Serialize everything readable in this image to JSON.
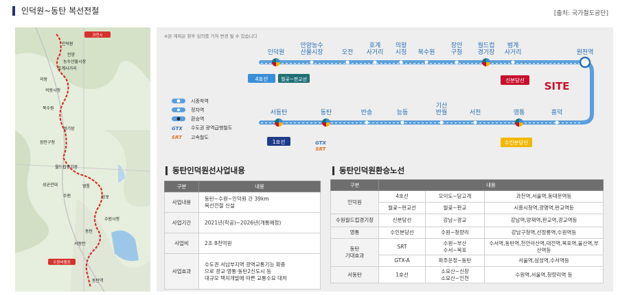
{
  "header": {
    "title": "인덕원~동탄 복선전철",
    "source": "[출처: 국가철도공단]"
  },
  "map": {
    "labels": [
      "인덕원",
      "안양",
      "농수산물시장",
      "호계사거리",
      "의왕",
      "의왕시청",
      "북수원",
      "장안구청",
      "경기장",
      "월드컵경기장",
      "영통",
      "수원",
      "망포",
      "동탄",
      "서동탄",
      "수원시청",
      "성균관대",
      "동탄역"
    ],
    "badges": [
      "과천시",
      "수원비행장"
    ]
  },
  "diagram": {
    "note": "※본 계획은 향후 심의를 거쳐 변경 될 수 있습니다",
    "top_stations": [
      "인덕원",
      "안양농수\n산물시장",
      "오전",
      "호계\n사거리",
      "의왕\n시청",
      "북수원",
      "장안\n구청",
      "월드컵\n경기장",
      "범계\n사거리",
      "원천역"
    ],
    "bottom_stations": [
      "서동탄",
      "동탄",
      "반송",
      "능동",
      "기산\n반월",
      "서천",
      "영통",
      "흥덕"
    ],
    "tags": {
      "line4": "4호선",
      "wolgot": "월곶~판교선",
      "sinbundang": "신분당선",
      "line1": "1호선",
      "suinbundang": "수인분당선"
    },
    "site_label": "SITE",
    "legend": {
      "terminal": "시종착역",
      "stop": "정차역",
      "transfer": "환승역",
      "gtx": "수도권 광역급행철도",
      "srt": "고속철도",
      "gtx_logo": "GTX",
      "srt_logo": "SRT"
    }
  },
  "project_table": {
    "title": "동탄인덕원선사업내용",
    "headers": [
      "구분",
      "내용"
    ],
    "rows": [
      {
        "label": "사업내용",
        "value": "동탄~수원~인덕원 간 39km\n복선전철 신설"
      },
      {
        "label": "사업기간",
        "value": "2021년(착공)~2026년(개통예정)"
      },
      {
        "label": "사업비",
        "value": "2조 8천억원"
      },
      {
        "label": "사업효과",
        "value": "수도권 서남부지역 광역교통기능 확충\n으로 광교·영통·동탄2신도시 등\n대규모 택지개발에 따른 교통수요 대처"
      }
    ]
  },
  "transfer_table": {
    "title": "동탄인덕원환승노선",
    "headers": [
      "구분",
      "내용"
    ],
    "rows": [
      {
        "station": "인덕원",
        "line": "4호선",
        "section": "오이도~당고개",
        "stops": "과천역,서울역,동대문역등"
      },
      {
        "station": "",
        "line": "월곶~판교선",
        "section": "월곶~판교",
        "stops": "시흥시청역,광명역,판교역등"
      },
      {
        "station": "수원월드컵경기장",
        "line": "신분당선",
        "section": "강남~광교",
        "stops": "강남역,양재역,판교역,광교역등"
      },
      {
        "station": "영통",
        "line": "수인분당선",
        "section": "수원~청량리",
        "stops": "강남구청역,선정릉역,수원역등"
      },
      {
        "station": "동탄\n기대효과",
        "line": "SRT",
        "section": "수원~부산\n수서~목포",
        "stops": "수서역,동탄역,천안아산역,대전역,목포역,울산역,부산역등"
      },
      {
        "station": "",
        "line": "GTX-A",
        "section": "파주운정~동탄",
        "stops": "서울역,삼성역,수서역등"
      },
      {
        "station": "서동탄",
        "line": "1호선",
        "section": "소요산~신창\n소요산~인천",
        "stops": "수원역,서울역,청량리역 등"
      }
    ]
  }
}
